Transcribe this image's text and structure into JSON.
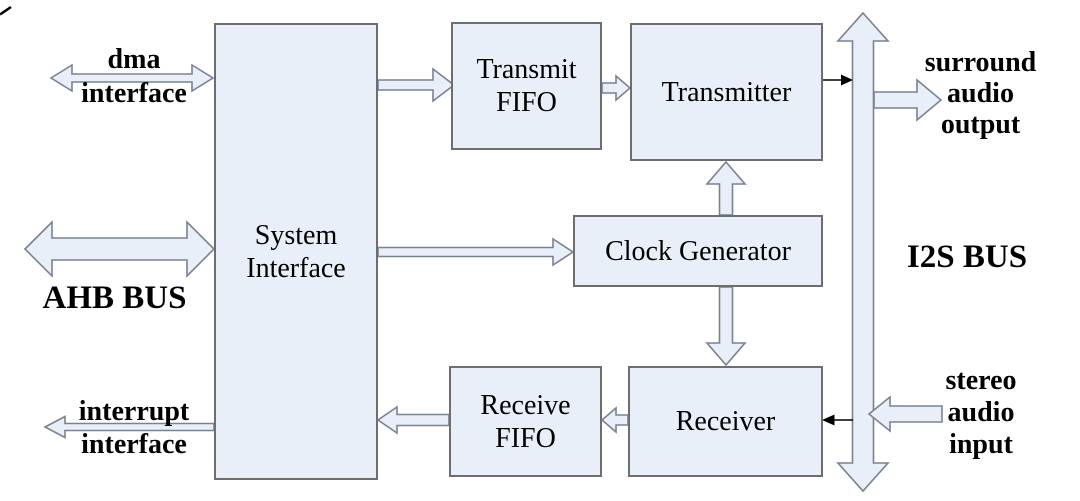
{
  "blocks": {
    "system_interface": [
      "System",
      "Interface"
    ],
    "transmit_fifo": [
      "Transmit",
      "FIFO"
    ],
    "transmitter": [
      "Transmitter"
    ],
    "clock_generator": [
      "Clock Generator"
    ],
    "receive_fifo": [
      "Receive",
      "FIFO"
    ],
    "receiver": [
      "Receiver"
    ]
  },
  "external_labels": {
    "dma_interface": [
      "dma",
      "interface"
    ],
    "ahb_bus": "AHB BUS",
    "interrupt_interface": [
      "interrupt",
      "interface"
    ],
    "surround_audio_output": [
      "surround",
      "audio",
      "output"
    ],
    "i2s_bus": "I2S BUS",
    "stereo_audio_input": [
      "stereo",
      "audio",
      "input"
    ]
  },
  "colors": {
    "block_fill": "#e9eff9",
    "block_border": "#6e6e6e",
    "arrow_fill": "#e9eff9",
    "arrow_outline": "#79828f",
    "connector": "#000000",
    "text": "#000000",
    "background": "#ffffff"
  },
  "connections": [
    {
      "from": "dma interface",
      "to": "System Interface",
      "style": "hollow-double-arrow"
    },
    {
      "from": "AHB BUS",
      "to": "System Interface",
      "style": "hollow-double-arrow"
    },
    {
      "from": "System Interface",
      "to": "interrupt interface",
      "style": "hollow-arrow"
    },
    {
      "from": "System Interface",
      "to": "Transmit FIFO",
      "style": "hollow-arrow"
    },
    {
      "from": "Transmit FIFO",
      "to": "Transmitter",
      "style": "hollow-arrow"
    },
    {
      "from": "System Interface",
      "to": "Clock Generator",
      "style": "hollow-arrow"
    },
    {
      "from": "Clock Generator",
      "to": "Transmitter",
      "style": "hollow-arrow"
    },
    {
      "from": "Clock Generator",
      "to": "Receiver",
      "style": "hollow-arrow"
    },
    {
      "from": "Transmitter",
      "to": "I2S BUS",
      "style": "solid-black-arrow"
    },
    {
      "from": "I2S BUS",
      "to": "Receiver",
      "style": "solid-black-arrow"
    },
    {
      "from": "Receiver",
      "to": "Receive FIFO",
      "style": "hollow-arrow"
    },
    {
      "from": "Receive FIFO",
      "to": "System Interface",
      "style": "hollow-arrow"
    },
    {
      "from": "I2S BUS",
      "to": "surround audio output",
      "style": "hollow-arrow"
    },
    {
      "from": "stereo audio input",
      "to": "I2S BUS",
      "style": "hollow-arrow"
    }
  ]
}
